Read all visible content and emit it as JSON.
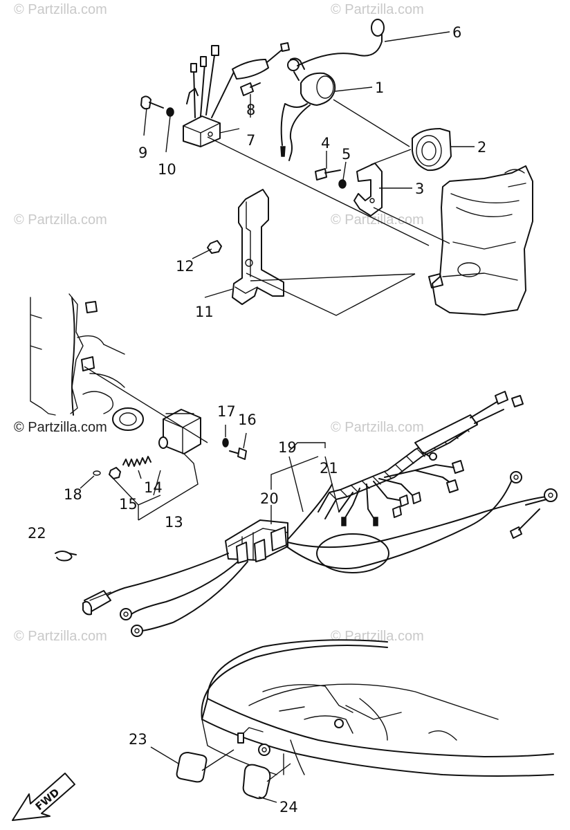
{
  "watermarks": {
    "top_left": "© Partzilla.com",
    "top_right": "© Partzilla.com",
    "mid_left": "© Partzilla.com",
    "mid_right": "© Partzilla.com",
    "center_left": "© Partzilla.com",
    "center_right": "© Partzilla.com",
    "lower_left": "© Partzilla.com",
    "lower_right": "© Partzilla.com"
  },
  "callouts": {
    "c1": "1",
    "c2": "2",
    "c3": "3",
    "c4": "4",
    "c5": "5",
    "c6": "6",
    "c7": "7",
    "c8": "8",
    "c9": "9",
    "c10": "10",
    "c11": "11",
    "c12": "12",
    "c13": "13",
    "c14": "14",
    "c15": "15",
    "c16": "16",
    "c17": "17",
    "c18": "18",
    "c19": "19",
    "c20": "20",
    "c21": "21",
    "c22": "22",
    "c23": "23",
    "c24": "24"
  },
  "fwd_label": "FWD"
}
